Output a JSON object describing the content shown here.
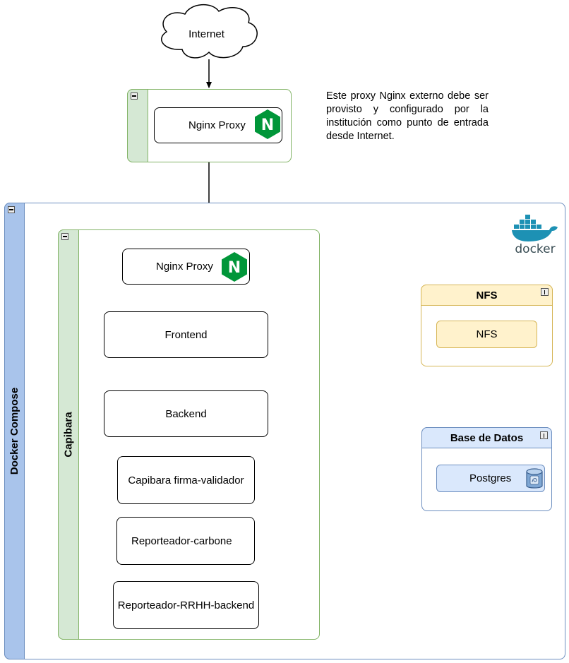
{
  "internet": {
    "label": "Internet"
  },
  "external_proxy": {
    "label": "Nginx Proxy",
    "logo_letter": "N"
  },
  "note": {
    "text": "Este proxy Nginx externo debe ser provisto y configurado por la institución como punto de entrada desde Internet."
  },
  "docker_compose": {
    "label": "Docker Compose",
    "logo_text": "docker"
  },
  "capibara": {
    "label": "Capibara",
    "services": {
      "nginx": "Nginx Proxy",
      "frontend": "Frontend",
      "backend": "Backend",
      "firma": "Capibara firma-validador",
      "carbone": "Reporteador-carbone",
      "rrhh": "Reporteador-RRHH-backend"
    },
    "nginx_logo_letter": "N"
  },
  "nfs": {
    "title": "NFS",
    "node": "NFS"
  },
  "database": {
    "title": "Base de Datos",
    "node": "Postgres"
  },
  "colors": {
    "green_fill": "#d5e8d4",
    "green_stroke": "#82b366",
    "blue_fill": "#dae8fc",
    "blue_stroke": "#6c8ebf",
    "docker_strip": "#a9c4eb",
    "yellow_fill": "#fff2cc",
    "yellow_stroke": "#d6b656",
    "nginx_green": "#009639",
    "docker_blue": "#1d91b4"
  },
  "icons": [
    "cloud-icon",
    "nginx-logo-icon",
    "docker-logo-icon",
    "database-icon",
    "collapse-icon",
    "info-icon"
  ]
}
